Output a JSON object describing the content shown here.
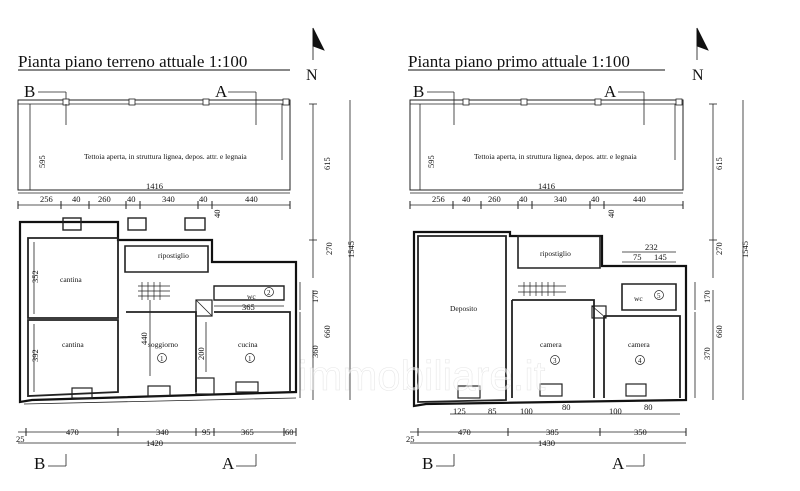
{
  "plans": [
    {
      "title": "Pianta piano terreno attuale 1:100",
      "north": "N",
      "section_b": "B",
      "section_a": "A",
      "canopy": "Tettoia aperta, in struttura lignea, depos. attr. e legnaia",
      "rooms": {
        "cantina_top": "cantina",
        "cantina_bottom": "cantina",
        "ripostiglio": "ripostiglio",
        "wc": "wc",
        "soggiorno": "soggiorno",
        "cucina": "cucina"
      },
      "room_numbers": {
        "soggiorno": "1",
        "cucina": "1",
        "wc": "2"
      },
      "dims": {
        "top_total": "1416",
        "top_segments": [
          "256",
          "40",
          "260",
          "40",
          "340",
          "40",
          "440"
        ],
        "left_595": "595",
        "left_352": "352",
        "left_392": "392",
        "inner_440": "440",
        "inner_200": "200",
        "wc_365": "365",
        "right_40": "40",
        "right_615": "615",
        "right_270": "270",
        "right_170": "170",
        "right_660": "660",
        "right_360": "360",
        "right_1545": "1545",
        "bottom_segments": [
          "470",
          "340",
          "95",
          "365",
          "60"
        ],
        "bottom_total": "1420",
        "bottom_25": "25"
      }
    },
    {
      "title": "Pianta piano primo attuale 1:100",
      "north": "N",
      "section_b": "B",
      "section_a": "A",
      "canopy": "Tettoia aperta, in struttura lignea, depos. attr. e legnaia",
      "rooms": {
        "deposito": "Deposito",
        "ripostiglio": "ripostiglio",
        "wc": "wc",
        "camera_left": "camera",
        "camera_right": "camera"
      },
      "room_numbers": {
        "camera_left": "3",
        "camera_right": "4",
        "wc": "5"
      },
      "dims": {
        "top_total": "1416",
        "top_segments": [
          "256",
          "40",
          "260",
          "40",
          "340",
          "40",
          "440"
        ],
        "left_595": "595",
        "wc_232": "232",
        "wc_75": "75",
        "wc_145": "145",
        "right_40": "40",
        "right_615": "615",
        "right_270": "270",
        "right_170": "170",
        "right_660": "660",
        "right_370": "370",
        "right_1545": "1545",
        "window_segments": [
          "125",
          "85",
          "100",
          "80",
          "100",
          "80"
        ],
        "bottom_segments": [
          "470",
          "385",
          "350"
        ],
        "bottom_total": "1430",
        "bottom_25": "25"
      }
    }
  ],
  "watermark": "immobiliare.it"
}
